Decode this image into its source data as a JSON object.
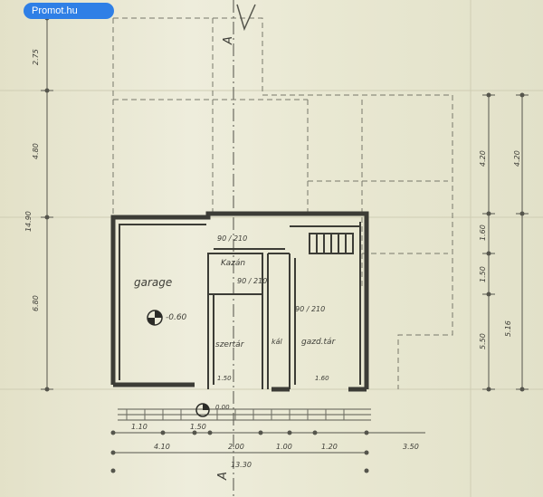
{
  "watermark": {
    "text": "Promot.hu",
    "color": "#2f7fe6"
  },
  "section_markers": {
    "top": "A",
    "bottom": "A"
  },
  "rooms": {
    "garage": "garage",
    "kazan": "Kazán",
    "szertar": "szertár",
    "gazdtar": "gazd.tár",
    "kal": "kál"
  },
  "level_mark": "-0.60",
  "openings": {
    "door_top": "90 / 210",
    "door_kazan": "90 / 210",
    "door_gazd": "90 / 210",
    "window_garage": "1.50",
    "window_right": "1.60"
  },
  "left_dims": [
    "2.75",
    "4.80",
    "14.90",
    "6.80"
  ],
  "right_dims": [
    "4.20",
    "4.20",
    "1.60",
    "1.50",
    "5.50",
    "5.16"
  ],
  "bottom_dims": [
    "1.10",
    "4.10",
    "1.50",
    "2.00",
    "1.00",
    "1.20",
    "3.50",
    "13.30"
  ],
  "stair_note": "0.00"
}
